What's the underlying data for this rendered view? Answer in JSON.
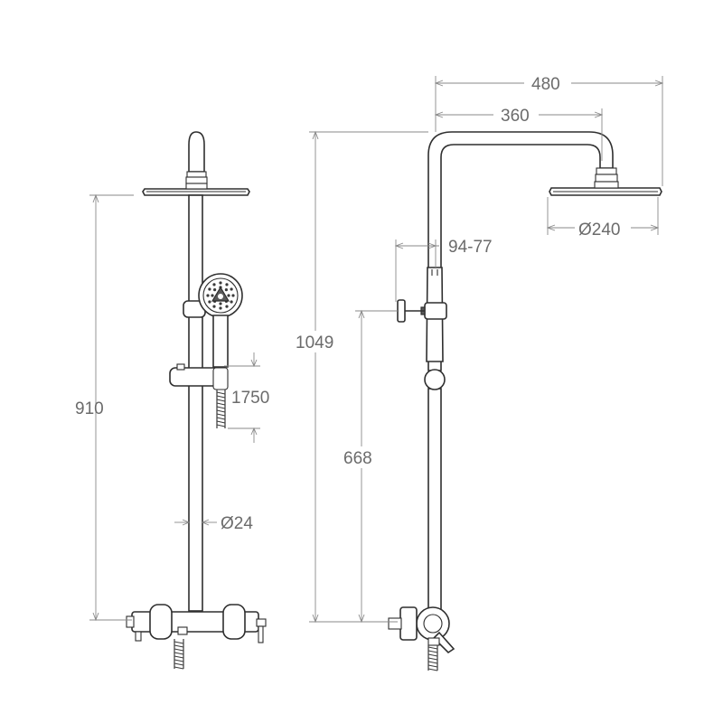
{
  "diagram": {
    "line_color": "#2f2f2f",
    "dimension_color": "#8a8a8a",
    "text_color": "#6b6b6b",
    "front_view": {
      "height_label": "910",
      "slide_label": "1750",
      "bar_diameter_label": "Ø24"
    },
    "side_view": {
      "reach_label": "480",
      "arm_label": "360",
      "head_diameter_label": "Ø240",
      "offset_label": "94-77",
      "height_label": "1049",
      "holder_height_label": "668"
    }
  }
}
